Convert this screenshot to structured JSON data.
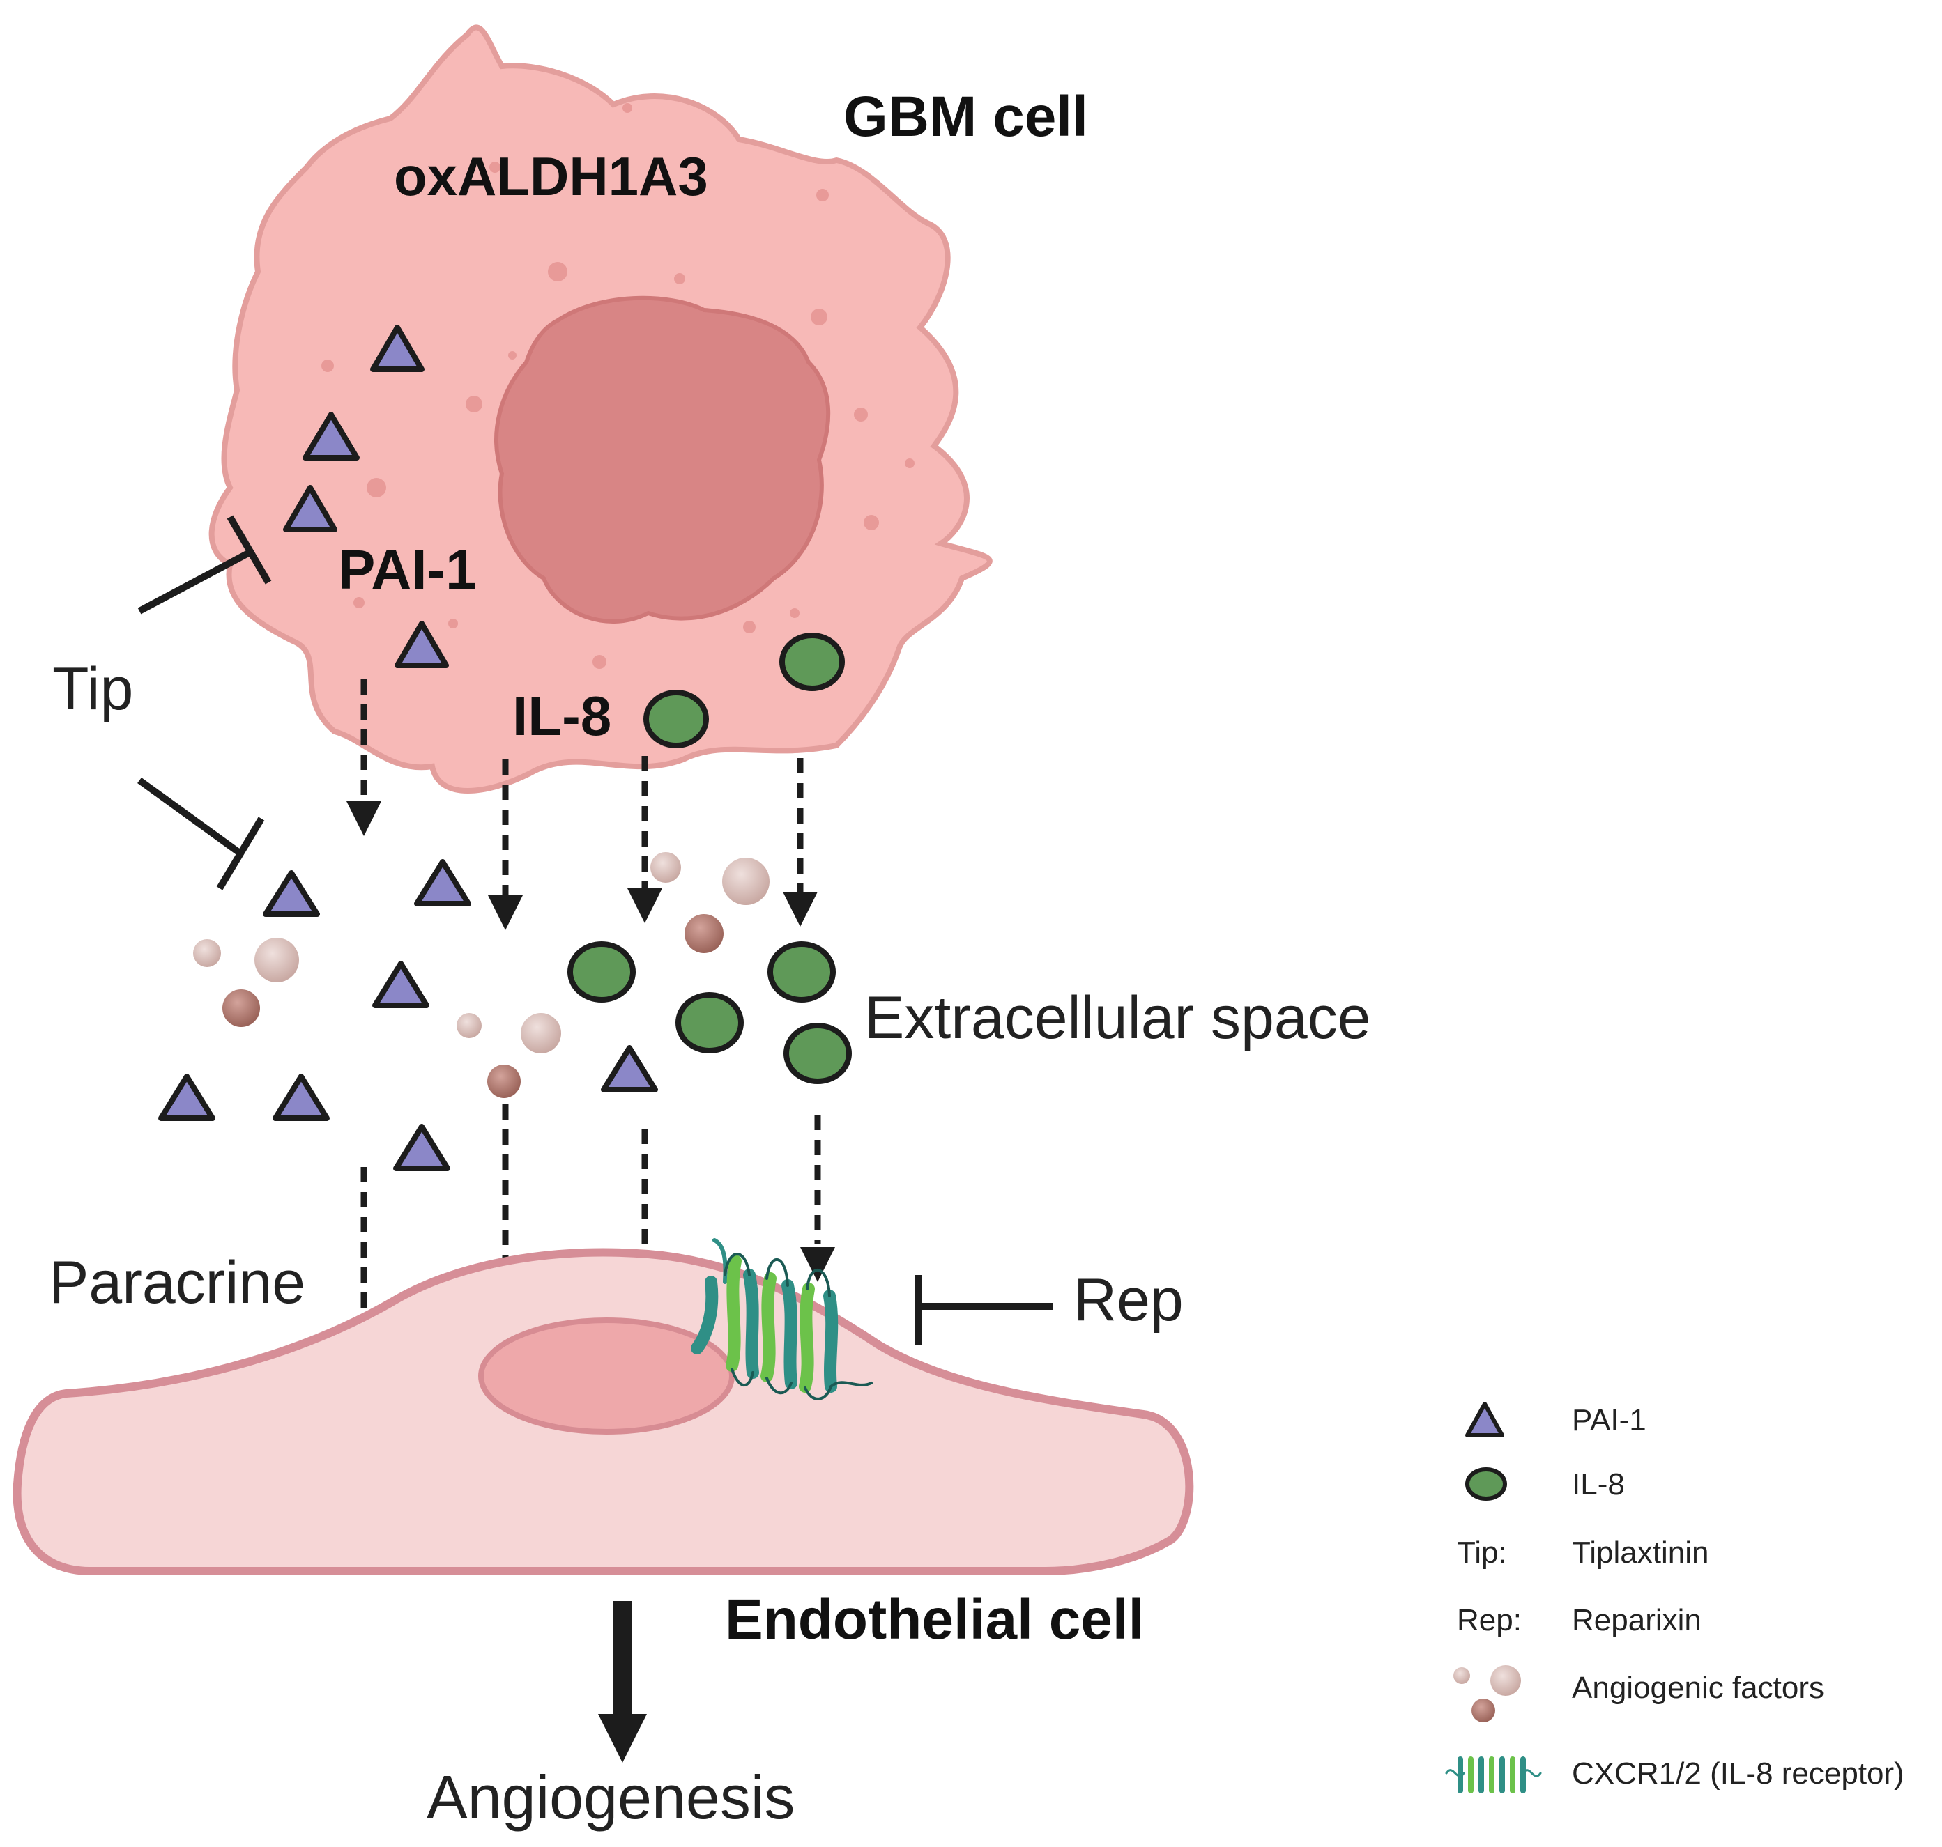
{
  "labels": {
    "gbm_cell": "GBM cell",
    "oxaldh": "oxALDH1A3",
    "pai1": "PAI-1",
    "il8": "IL-8",
    "tip": "Tip",
    "extracellular": "Extracellular space",
    "paracrine": "Paracrine",
    "rep": "Rep",
    "endothelial": "Endothelial cell",
    "angiogenesis": "Angiogenesis"
  },
  "legend": {
    "items": [
      {
        "symbol": "pai1-triangle-icon",
        "key": "",
        "text": "PAI-1"
      },
      {
        "symbol": "il8-oval-icon",
        "key": "",
        "text": "IL-8"
      },
      {
        "symbol": "",
        "key": "Tip:",
        "text": "Tiplaxtinin"
      },
      {
        "symbol": "",
        "key": "Rep:",
        "text": "Reparixin"
      },
      {
        "symbol": "angiogenic-factors-icon",
        "key": "",
        "text": "Angiogenic factors"
      },
      {
        "symbol": "receptor-icon",
        "key": "",
        "text": "CXCR1/2 (IL-8 receptor)"
      }
    ]
  },
  "colors": {
    "gbm_cell_fill": "#f7b9b7",
    "gbm_cell_outline": "#d98a89",
    "nucleus_fill": "#d98686",
    "pai1_fill": "#8b87c8",
    "il8_fill": "#5f9958",
    "endothelial_fill": "#f6d6d6",
    "endothelial_outline": "#d38a93",
    "receptor_green": "#6cc24a",
    "receptor_teal": "#2f8f86",
    "factor_light": "#d9c0bb",
    "factor_dark": "#b58078"
  }
}
